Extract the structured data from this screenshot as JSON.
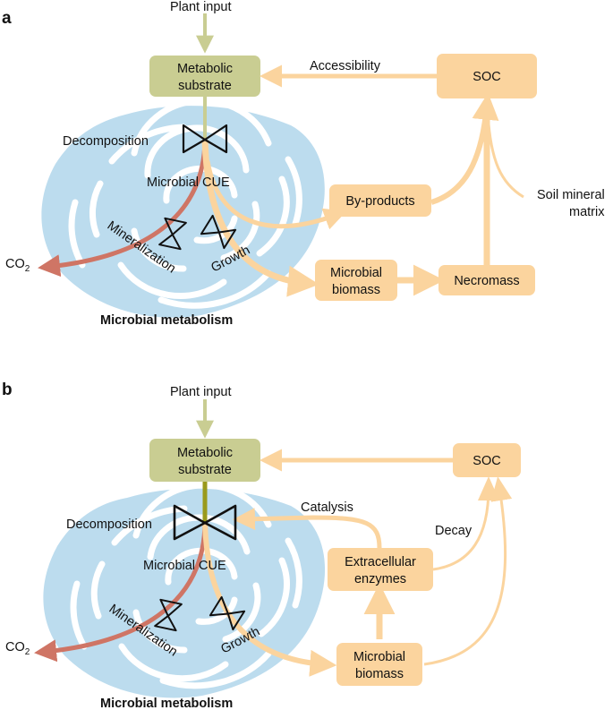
{
  "colors": {
    "cell": "#bcdcee",
    "organelle": "#ffffff",
    "substrate_box": "#c9cd92",
    "plant_arrow": "#c9cd92",
    "orange_box": "#fbd49e",
    "orange_arrow": "#fbd49e",
    "co2_arrow": "#cf7565",
    "olive_stem": "#9a9a1c",
    "valve": "#111111"
  },
  "panel_a": {
    "letter": "a",
    "plant_input": "Plant input",
    "substrate_line1": "Metabolic",
    "substrate_line2": "substrate",
    "accessibility": "Accessibility",
    "soc": "SOC",
    "decomposition": "Decomposition",
    "microbial_cue": "Microbial CUE",
    "mineralization": "Mineralization",
    "growth": "Growth",
    "co2_main": "CO",
    "co2_sub": "2",
    "byproducts": "By-products",
    "soil_mineral_line1": "Soil mineral",
    "soil_mineral_line2": "matrix",
    "biomass_line1": "Microbial",
    "biomass_line2": "biomass",
    "necromass": "Necromass",
    "caption": "Microbial metabolism"
  },
  "panel_b": {
    "letter": "b",
    "plant_input": "Plant input",
    "substrate_line1": "Metabolic",
    "substrate_line2": "substrate",
    "soc": "SOC",
    "catalysis": "Catalysis",
    "decay": "Decay",
    "decomposition": "Decomposition",
    "microbial_cue": "Microbial CUE",
    "enzymes_line1": "Extracellular",
    "enzymes_line2": "enzymes",
    "mineralization": "Mineralization",
    "growth": "Growth",
    "co2_main": "CO",
    "co2_sub": "2",
    "biomass_line1": "Microbial",
    "biomass_line2": "biomass",
    "caption": "Microbial metabolism"
  }
}
